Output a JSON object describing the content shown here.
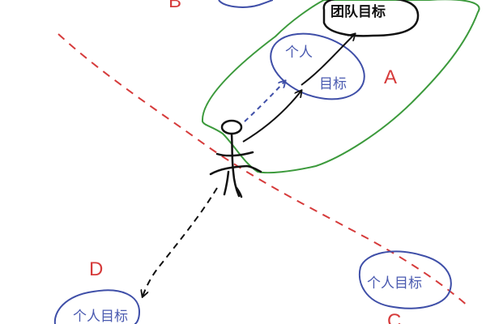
{
  "diagram": {
    "labels": {
      "team_goal": "团队目标",
      "personal_a_top": "个人",
      "personal_a_bottom": "目标",
      "personal_c": "个人目标",
      "personal_d": "个人目标"
    },
    "letters": {
      "a": "A",
      "b": "B",
      "c": "C",
      "d": "D"
    },
    "colors": {
      "green_region": "#3c9a3c",
      "red_divider": "#d63b3b",
      "blue_goal": "#3f4fa8",
      "black": "#111111"
    }
  }
}
